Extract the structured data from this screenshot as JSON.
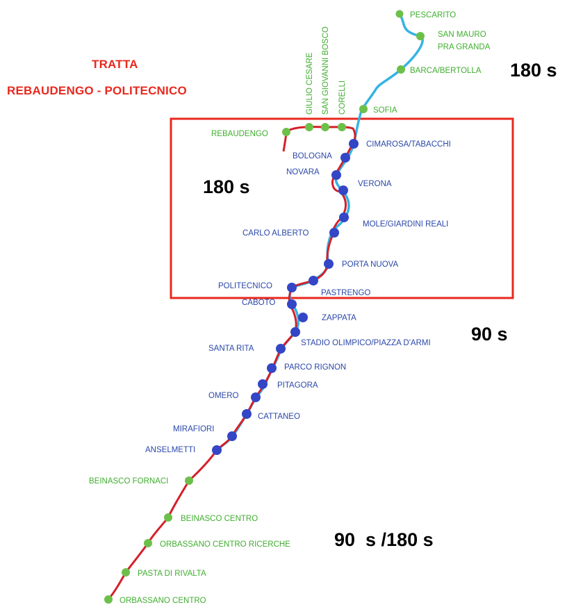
{
  "title": {
    "line1": "TRATTA",
    "line2": "REBAUDENGO - POLITECNICO"
  },
  "headways": {
    "north": "180 s",
    "central": "180 s",
    "middle": "90 s",
    "south": "90  s /180 s"
  },
  "colors": {
    "red_line": "#d4202a",
    "cyan_line": "#35b3e3",
    "station_underground": "#3346c6",
    "station_surface": "#6cc04a",
    "section_frame": "#e8281e",
    "title_text": "#e8281e"
  },
  "stations": {
    "pescarito": "PESCARITO",
    "san_mauro": [
      "SAN MAURO",
      "PRA GRANDA"
    ],
    "barca_bertolla": "BARCA/BERTOLLA",
    "sofia": "SOFIA",
    "corelli": "CORELLI",
    "san_giovanni_bosco": "SAN GIOVANNI BOSCO",
    "giulio_cesare": "GIULIO CESARE",
    "rebaudengo": "REBAUDENGO",
    "cimarosa": "CIMAROSA/TABACCHI",
    "bologna": "BOLOGNA",
    "novara": "NOVARA",
    "verona": "VERONA",
    "mole": "MOLE/GIARDINI REALI",
    "carlo_alberto": "CARLO ALBERTO",
    "porta_nuova": "PORTA NUOVA",
    "politecnico": "POLITECNICO",
    "pastrengo": "PASTRENGO",
    "caboto": "CABOTO",
    "zappata": "ZAPPATA",
    "stadio": "STADIO OLIMPICO/PIAZZA D'ARMI",
    "santa_rita": "SANTA RITA",
    "parco_rignon": "PARCO RIGNON",
    "pitagora": "PITAGORA",
    "omero": "OMERO",
    "cattaneo": "CATTANEO",
    "mirafiori": "MIRAFIORI",
    "anselmetti": "ANSELMETTI",
    "beinasco_fornaci": "BEINASCO FORNACI",
    "beinasco_centro": "BEINASCO CENTRO",
    "orbassano_ricerche": "ORBASSANO CENTRO RICERCHE",
    "pasta_di_rivalta": "PASTA DI RIVALTA",
    "orbassano_centro": "ORBASSANO CENTRO"
  }
}
